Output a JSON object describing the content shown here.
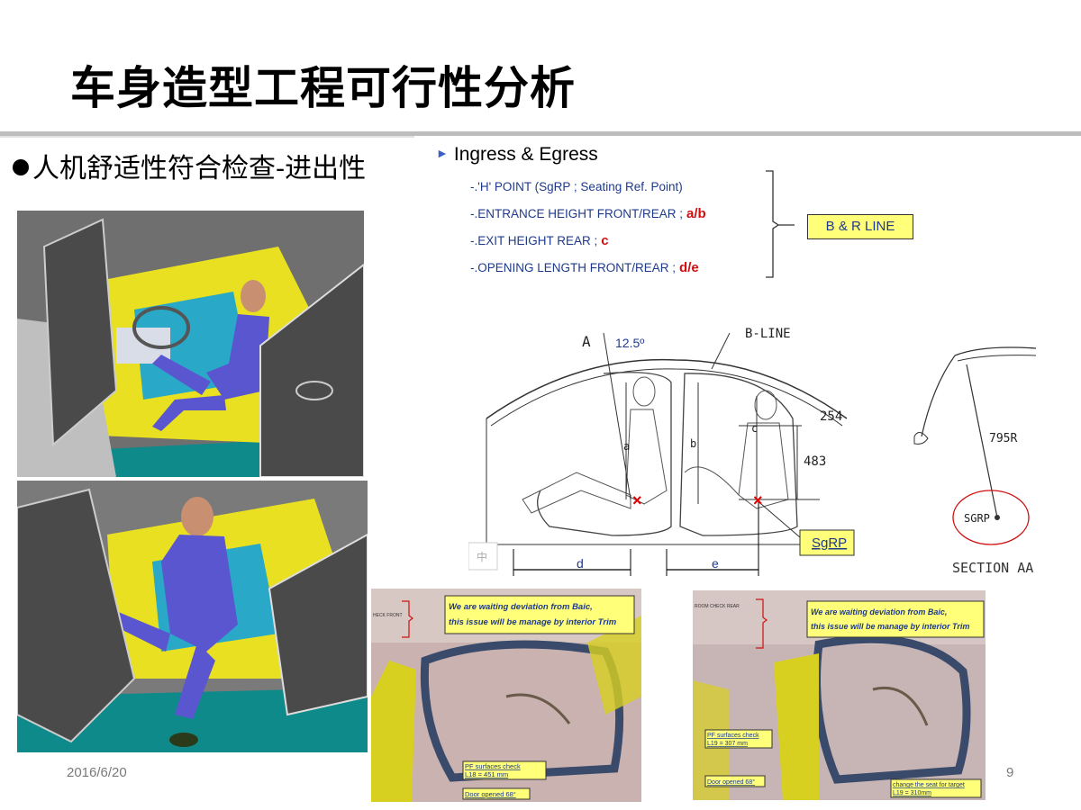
{
  "slide": {
    "title": "车身造型工程可行性分析",
    "bullet": "人机舒适性符合检查-进出性",
    "date": "2016/6/20",
    "page_number": "9"
  },
  "ingress": {
    "heading": "Ingress & Egress",
    "items": [
      {
        "text": "-.'H' POINT (SgRP ; Seating Ref. Point)",
        "tag": ""
      },
      {
        "text": "-.ENTRANCE HEIGHT FRONT/REAR ;",
        "tag": "a/b"
      },
      {
        "text": "-.EXIT HEIGHT REAR ;",
        "tag": "c"
      },
      {
        "text": "-.OPENING LENGTH FRONT/REAR ;",
        "tag": "d/e"
      }
    ],
    "box_label": "B & R LINE"
  },
  "diagram": {
    "angle_label": "12.5º",
    "a_marker": "A",
    "b_line_label": "B-LINE",
    "dim_254": "254",
    "dim_483": "483",
    "label_a": "a",
    "label_b": "b",
    "label_c": "c",
    "label_d": "d",
    "label_e": "e",
    "sgrp_box": "SgRP",
    "watermark_glyph": "中"
  },
  "section": {
    "radius": "795R",
    "sgrp": "SGRP",
    "title": "SECTION AA"
  },
  "snapshots": [
    {
      "note_line1": "We are waiting deviation from Baic,",
      "note_line2": "this issue will be manage by interior Trim",
      "left_label": "HECK FRONT",
      "pf_label1": "PF surfaces check",
      "pf_label2": "L18 = 451 mm",
      "door_label": "Door opened 68°"
    },
    {
      "note_line1": "We are waiting deviation from Baic,",
      "note_line2": "this issue will be manage by interior Trim",
      "left_label": "ROOM CHECK REAR",
      "pf_label1": "PF surfaces check",
      "pf_label2": "L19 = 307 mm",
      "door_label": "Door opened 68°",
      "seat_label1": "change the seat for target",
      "seat_label2": "L19 = 310mm"
    }
  ],
  "colors": {
    "accent_blue": "#1f3a8a",
    "tag_red": "#d01010",
    "callout_yellow": "#ffff7a",
    "mannequin_purple": "#5a56d0",
    "interior_yellow": "#e8e020",
    "floor_teal": "#0f8a8a"
  }
}
